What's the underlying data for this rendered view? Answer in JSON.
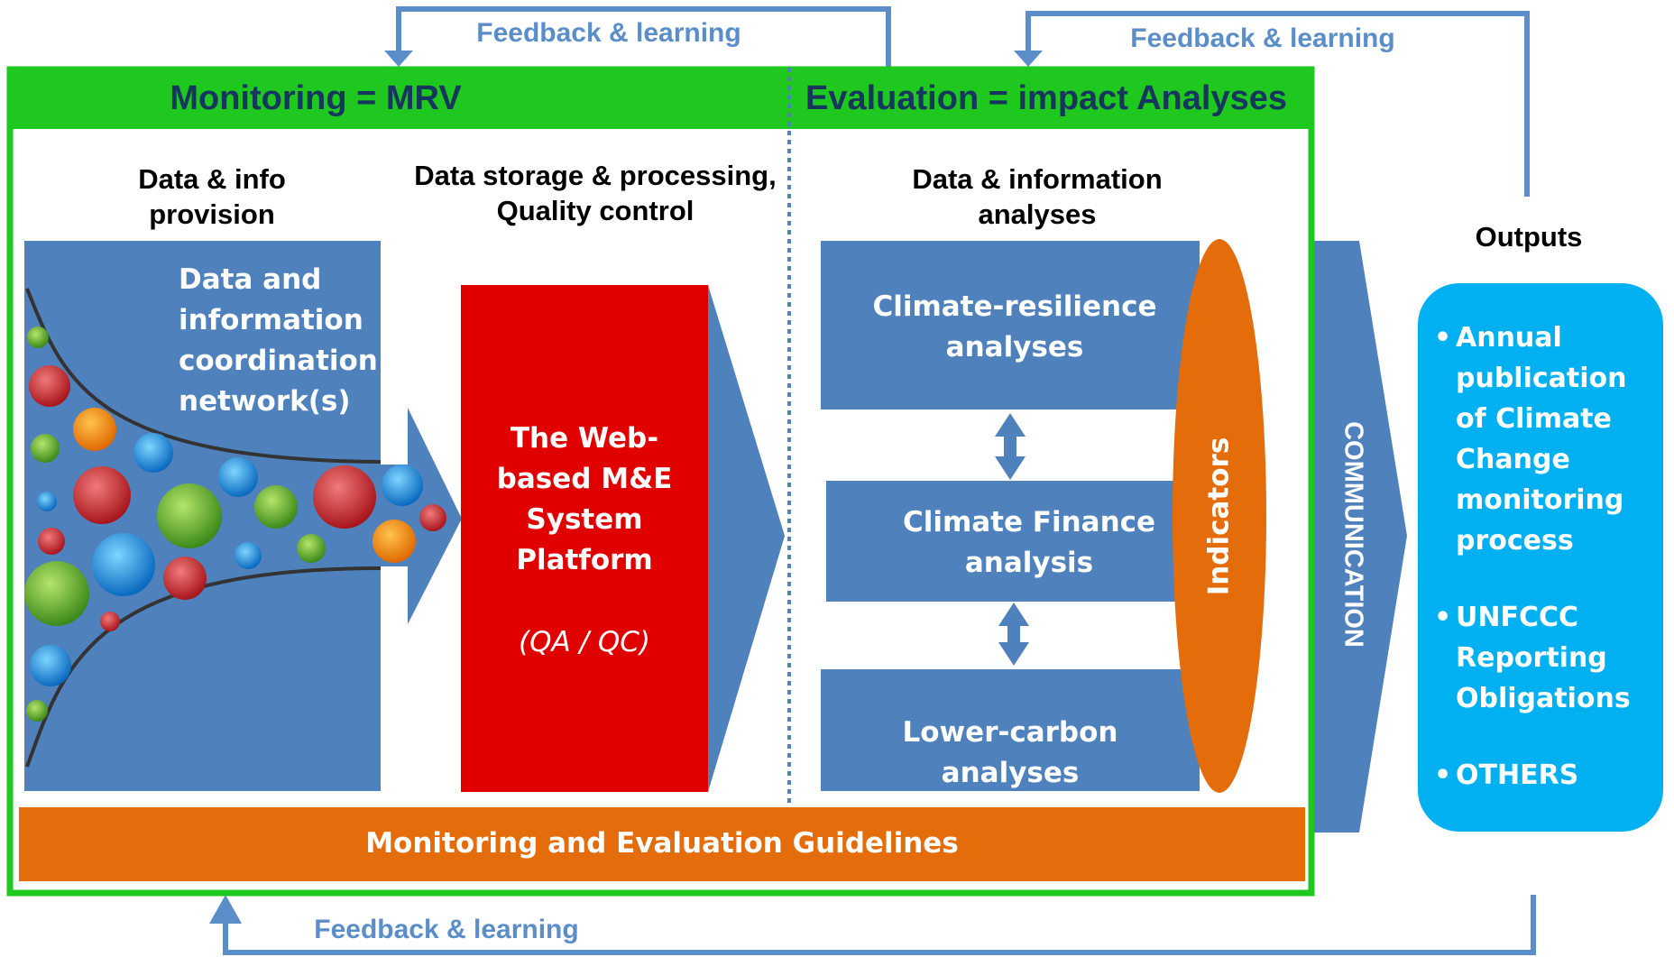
{
  "colors": {
    "green": "#1ec81e",
    "blue": "#4f81bd",
    "red": "#e00000",
    "orange": "#e46c0a",
    "cyan": "#00b0f0",
    "feedback_blue": "#5b8ec9",
    "header_text": "#17365d"
  },
  "feedback": {
    "top_left": "Feedback & learning",
    "top_right": "Feedback & learning",
    "bottom": "Feedback & learning"
  },
  "headers": {
    "monitoring": "Monitoring = MRV",
    "evaluation": "Evaluation =  impact Analyses"
  },
  "columns": {
    "data_provision": "Data & info\nprovision",
    "storage": "Data storage & processing,\nQuality control",
    "analyses": "Data & information\nanalyses",
    "outputs": "Outputs"
  },
  "blocks": {
    "network": "Data and\ninformation\ncoordination\nnetwork(s)",
    "platform": "The Web-\nbased M&E\nSystem\nPlatform",
    "qaqc": "(QA / QC)",
    "resilience": "Climate-resilience\nanalyses",
    "finance": "Climate  Finance\nanalysis",
    "lowcarbon": "Lower-carbon analyses",
    "indicators": "Indicators",
    "communication": "COMMUNICATION",
    "guidelines": "Monitoring and Evaluation Guidelines"
  },
  "outputs": [
    "Annual publication of Climate Change monitoring process",
    "UNFCCC Reporting Obligations",
    "OTHERS"
  ],
  "icons": [
    "up-down-arrow-icon",
    "data-bubble-icon",
    "feedback-arrow-icon"
  ]
}
